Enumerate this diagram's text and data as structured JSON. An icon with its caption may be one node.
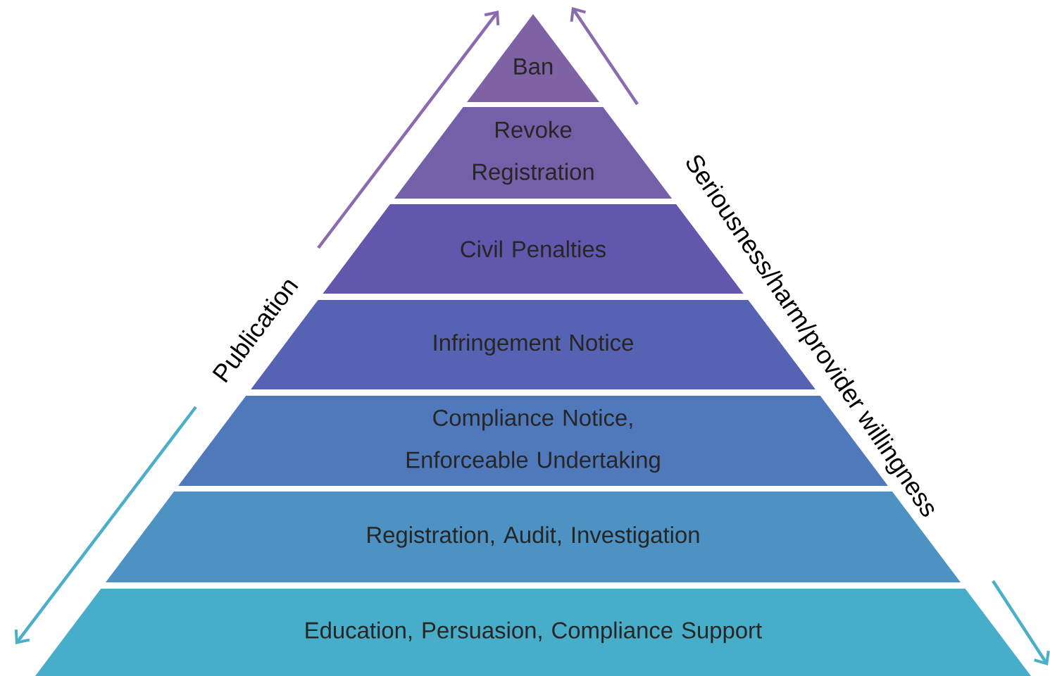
{
  "diagram": {
    "nodes": [
      {
        "text": [
          "Ban"
        ]
      },
      {
        "text": [
          "Revoke Registration"
        ]
      },
      {
        "text": [
          "Civil Penalties"
        ]
      },
      {
        "text": [
          "Infringement Notice"
        ]
      },
      {
        "text": [
          "Compliance Notice, Enforceable Undertaking"
        ]
      },
      {
        "text": [
          "Registration, Audit, Investigation"
        ]
      },
      {
        "text": [
          "Education, Persuasion, Compliance Support"
        ]
      }
    ],
    "edges": [],
    "labels": [
      "Publication",
      "Seriousness/harm/provider willingness"
    ]
  }
}
